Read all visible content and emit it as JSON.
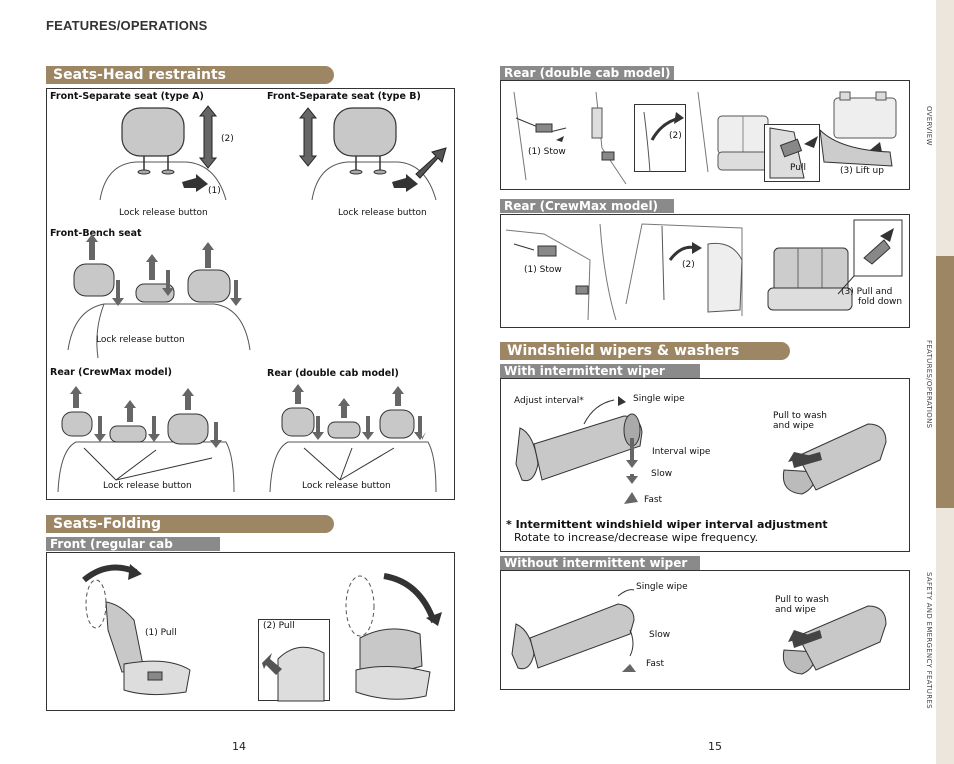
{
  "header": {
    "title": "FEATURES/OPERATIONS"
  },
  "head_restraints": {
    "title": "Seats-Head restraints",
    "type_a": "Front-Separate seat (type A)",
    "type_b": "Front-Separate seat (type B)",
    "label_2": "(2)",
    "label_1": "(1)",
    "lock_release": "Lock release button",
    "bench": "Front-Bench seat",
    "rear_crewmax": "Rear (CrewMax model)",
    "rear_double": "Rear (double cab model)"
  },
  "folding": {
    "title": "Seats-Folding",
    "front_regular": "Front (regular cab model)",
    "pull_1": "(1) Pull",
    "pull_2": "(2) Pull"
  },
  "rear_double": {
    "title": "Rear (double cab model)",
    "stow": "(1) Stow",
    "step_2": "(2)",
    "pull": "Pull",
    "lift_up": "(3) Lift up"
  },
  "rear_crewmax": {
    "title": "Rear (CrewMax model)",
    "stow": "(1) Stow",
    "step_2": "(2)",
    "pull_fold_1": "(3) Pull and",
    "pull_fold_2": "fold down"
  },
  "wipers": {
    "title": "Windshield wipers & washers",
    "with_intermittent": "With intermittent wiper",
    "adjust_interval": "Adjust interval*",
    "single_wipe": "Single wipe",
    "interval_wipe": "Interval wipe",
    "slow": "Slow",
    "fast": "Fast",
    "pull_wash_1": "Pull to wash",
    "pull_wash_2": "and wipe",
    "note_title": "* Intermittent windshield wiper interval adjustment",
    "note_text": "Rotate to increase/decrease wipe frequency.",
    "without_intermittent": "Without intermittent wiper"
  },
  "pages": {
    "left": "14",
    "right": "15"
  },
  "sidebar": {
    "overview": "OVERVIEW",
    "features": "FEATURES/OPERATIONS",
    "safety": "SAFETY AND EMERGENCY FEATURES"
  },
  "colors": {
    "banner": "#9c8664",
    "subbar": "#8a8a8a",
    "sidebar": "#ece6dc",
    "sidebar_active": "#9c8664"
  }
}
